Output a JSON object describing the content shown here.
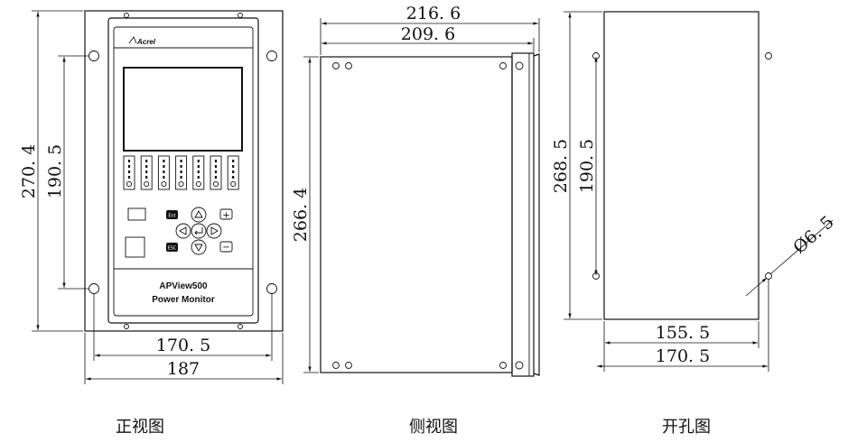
{
  "front_view": {
    "caption": "正视图",
    "brand": "Acrel",
    "model": "APView500",
    "subtitle": "Power Monitor",
    "dim_height_total": "270. 4",
    "dim_height_holes": "190. 5",
    "dim_width_holes": "170. 5",
    "dim_width_total": "187",
    "keys": {
      "enter": "Ent",
      "back": "ESC",
      "plus": "+",
      "minus": "−"
    }
  },
  "side_view": {
    "caption": "侧视图",
    "dim_depth_total": "216. 6",
    "dim_depth_body": "209. 6",
    "dim_height": "266. 4"
  },
  "cutout_view": {
    "caption": "开孔图",
    "dim_height": "268. 5",
    "dim_height_holes": "190. 5",
    "dim_width": "155. 5",
    "dim_width_holes": "170. 5",
    "dim_hole": "Ø6. 5"
  }
}
